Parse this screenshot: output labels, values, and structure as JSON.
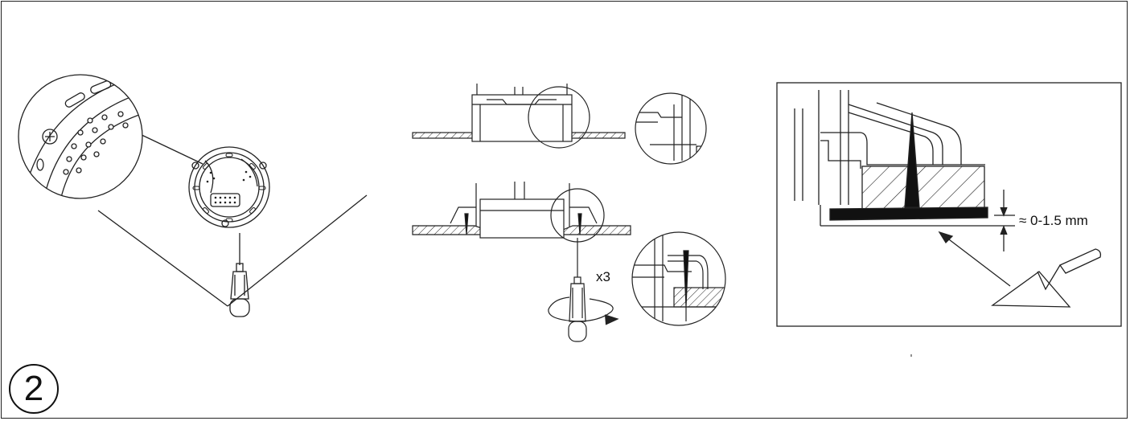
{
  "step": {
    "number": "2"
  },
  "middle": {
    "repeat_label": "x3"
  },
  "detail": {
    "gap_label": "≈ 0-1.5 mm"
  },
  "colors": {
    "line": "#222222",
    "fill_dark": "#111111",
    "background": "#ffffff"
  },
  "icons": [
    "screwdriver-icon",
    "trowel-icon",
    "rotation-arrow-icon",
    "magnifier-circle-icon"
  ]
}
